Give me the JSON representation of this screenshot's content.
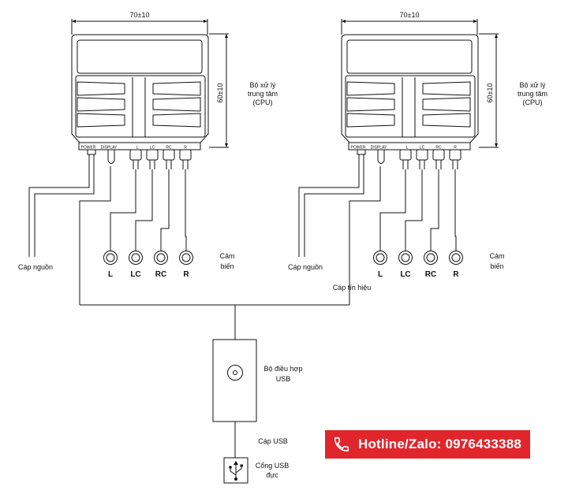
{
  "units": [
    {
      "width_dim": "70±10",
      "height_dim": "60±10",
      "cpu_label": [
        "Bộ xử lý",
        "trung tâm",
        "(CPU)"
      ],
      "ports": [
        "POWER",
        "DISPLAY",
        "L",
        "LC",
        "RC",
        "R"
      ],
      "power_cable_label": "Cáp nguồn",
      "sensor_label": [
        "Cảm",
        "biến"
      ],
      "sensors": [
        "L",
        "LC",
        "RC",
        "R"
      ]
    },
    {
      "width_dim": "70±10",
      "height_dim": "60±10",
      "cpu_label": [
        "Bộ xử lý",
        "trung tâm",
        "(CPU)"
      ],
      "ports": [
        "POWER",
        "DISPLAY",
        "L",
        "LC",
        "RC",
        "R"
      ],
      "power_cable_label": "Cáp nguồn",
      "sensor_label": [
        "Cảm",
        "biến"
      ],
      "sensors": [
        "L",
        "LC",
        "RC",
        "R"
      ]
    }
  ],
  "signal_cable_label": "Cáp tín hiệu",
  "usb_adapter_label": [
    "Bộ điều hợp",
    "USB"
  ],
  "usb_cable_label": "Cáp USB",
  "usb_port_label": [
    "Cổng USB",
    "đực"
  ],
  "hotline": {
    "text": "Hotline/Zalo: 0976433388",
    "color": "#e0262c"
  }
}
